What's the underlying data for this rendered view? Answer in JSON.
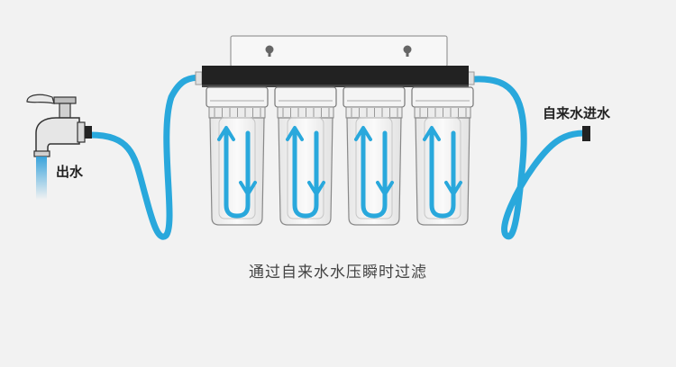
{
  "labels": {
    "outlet": "出水",
    "inlet": "自来水进水",
    "caption": "通过自来水水压瞬时过滤"
  },
  "colors": {
    "background": "#f2f2f2",
    "hose": "#29a8dc",
    "bracket": "#222222",
    "water_stream": "#3aa9e0"
  },
  "filters": [
    {
      "name": "filter-1"
    },
    {
      "name": "filter-2"
    },
    {
      "name": "filter-3"
    },
    {
      "name": "filter-4"
    }
  ]
}
